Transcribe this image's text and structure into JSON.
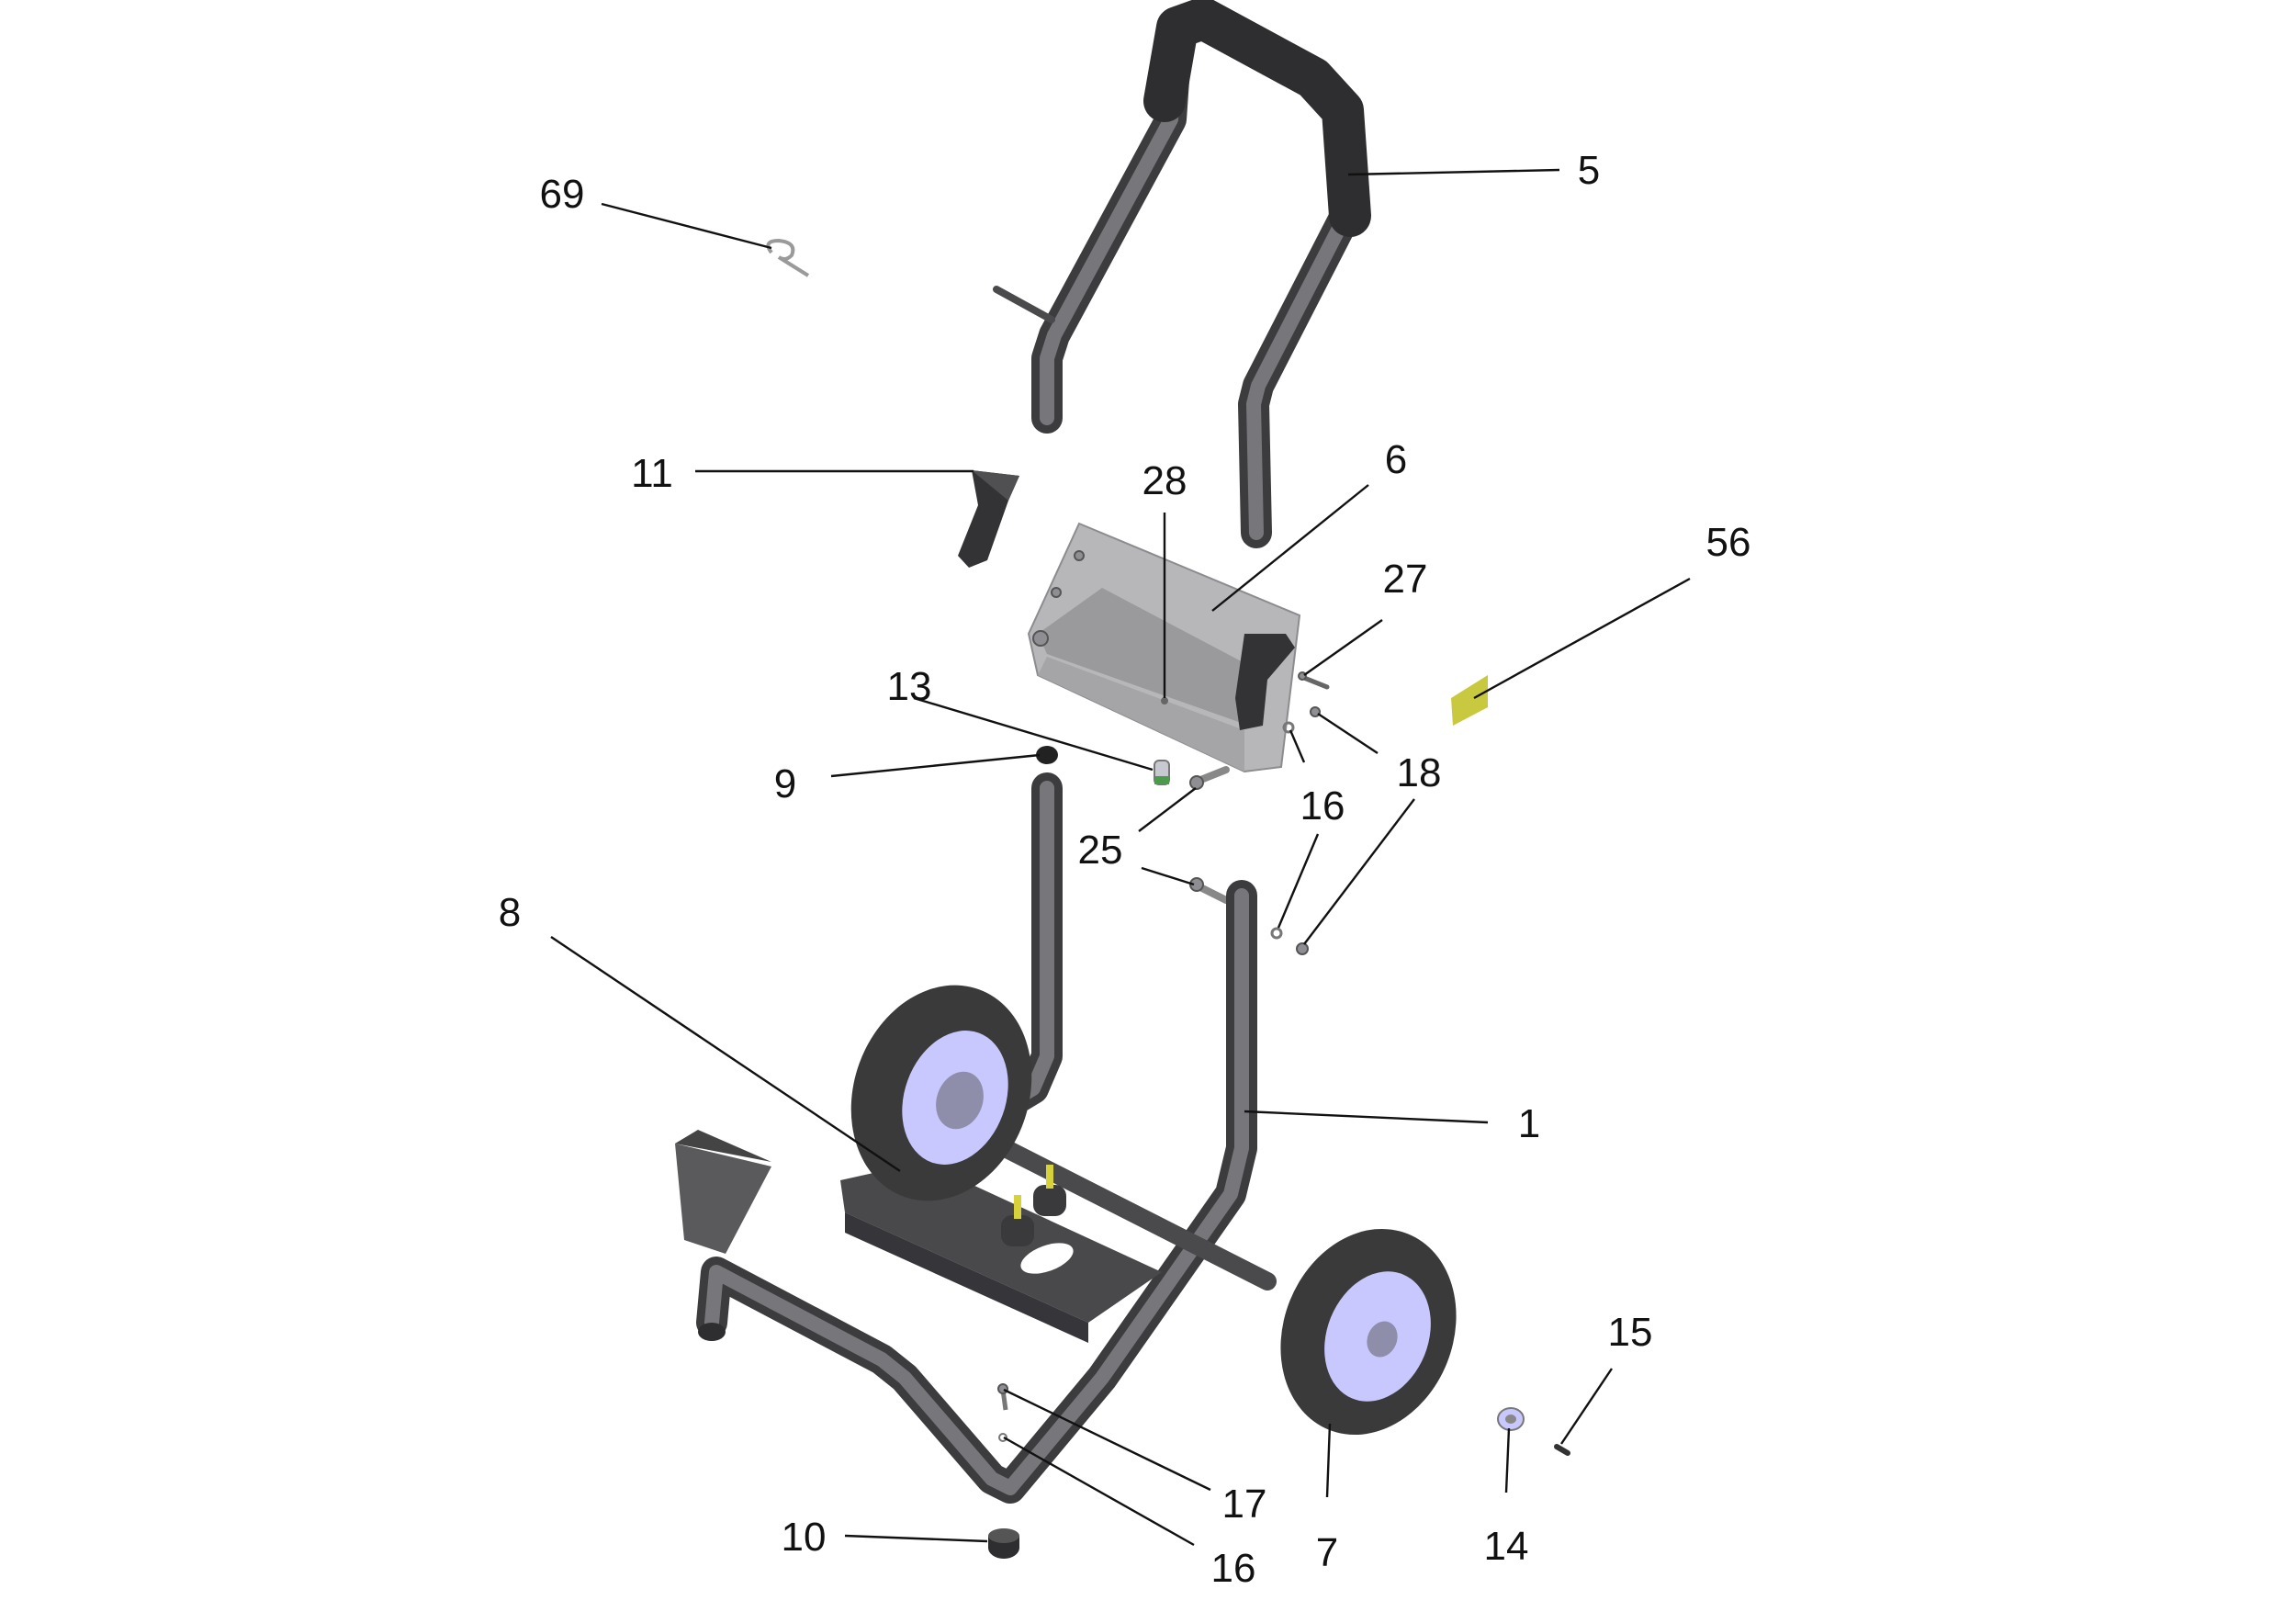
{
  "callouts": {
    "c1": "1",
    "c5": "5",
    "c6": "6",
    "c7": "7",
    "c8": "8",
    "c9": "9",
    "c10": "10",
    "c11": "11",
    "c13": "13",
    "c14": "14",
    "c15": "15",
    "c16a": "16",
    "c16b": "16",
    "c17": "17",
    "c18": "18",
    "c25": "25",
    "c27": "27",
    "c28": "28",
    "c56": "56",
    "c69": "69"
  },
  "colors": {
    "frame_dark": "#3c3c3e",
    "frame_light": "#77777b",
    "tire": "#3a3a3a",
    "hub": "#c8c8ff",
    "tray": "#b0b0b3",
    "stud": "#d7d23a",
    "label_56": "#c9c940"
  }
}
